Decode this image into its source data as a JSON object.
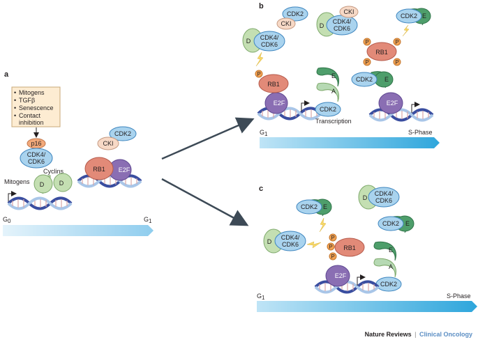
{
  "panels": {
    "a": {
      "letter": "a",
      "signals": [
        "Mitogens",
        "TGFβ",
        "Senescence",
        "Contact",
        "inhibition"
      ],
      "p16": "p16",
      "cdk46": [
        "CDK4/",
        "CDK6"
      ],
      "cyclins": "Cyclins",
      "mitogens": "Mitogens",
      "cyclin_d": "D",
      "cdk2": "CDK2",
      "cki": "CKI",
      "rb1": "RB1",
      "e2f": "E2F",
      "timeline_start": "G",
      "timeline_start_sub": "0",
      "timeline_end": "G",
      "timeline_end_sub": "1"
    },
    "b": {
      "letter": "b",
      "cdk2": "CDK2",
      "cki": "CKI",
      "cdk46": [
        "CDK4/",
        "CDK6"
      ],
      "cyclin_d": "D",
      "cyclin_e": "E",
      "cyclin_a": "A",
      "rb1": "RB1",
      "e2f": "E2F",
      "p": "P",
      "transcription": "Transcription",
      "timeline_start": "G",
      "timeline_start_sub": "1",
      "timeline_end": "S-Phase"
    },
    "c": {
      "letter": "c",
      "cdk2": "CDK2",
      "cdk46": [
        "CDK4/",
        "CDK6"
      ],
      "cyclin_d": "D",
      "cyclin_e": "E",
      "cyclin_a": "A",
      "rb1": "RB1",
      "e2f": "E2F",
      "p": "P",
      "timeline_start": "G",
      "timeline_start_sub": "1",
      "timeline_end": "S-Phase"
    }
  },
  "credit": {
    "brand": "Nature Reviews",
    "separator": "|",
    "journal": "Clinical Oncology"
  },
  "colors": {
    "cdk_blue": "#a9d3ee",
    "cdk_stroke": "#3f86bf",
    "rb1": "#e28a78",
    "rb1_stroke": "#b55a4b",
    "e2f": "#8a6eb3",
    "cyclin_d": "#c4dfb2",
    "cyclin_d_stroke": "#7da86a",
    "cyclin_e": "#4e9e6b",
    "cyclin_a": "#b6d9b3",
    "cki": "#f7d9c6",
    "phospho": "#f2a253",
    "signal_box": "#fdecd2",
    "arrow_dark": "#3d4a56",
    "timeline": "#4ab0e0"
  }
}
